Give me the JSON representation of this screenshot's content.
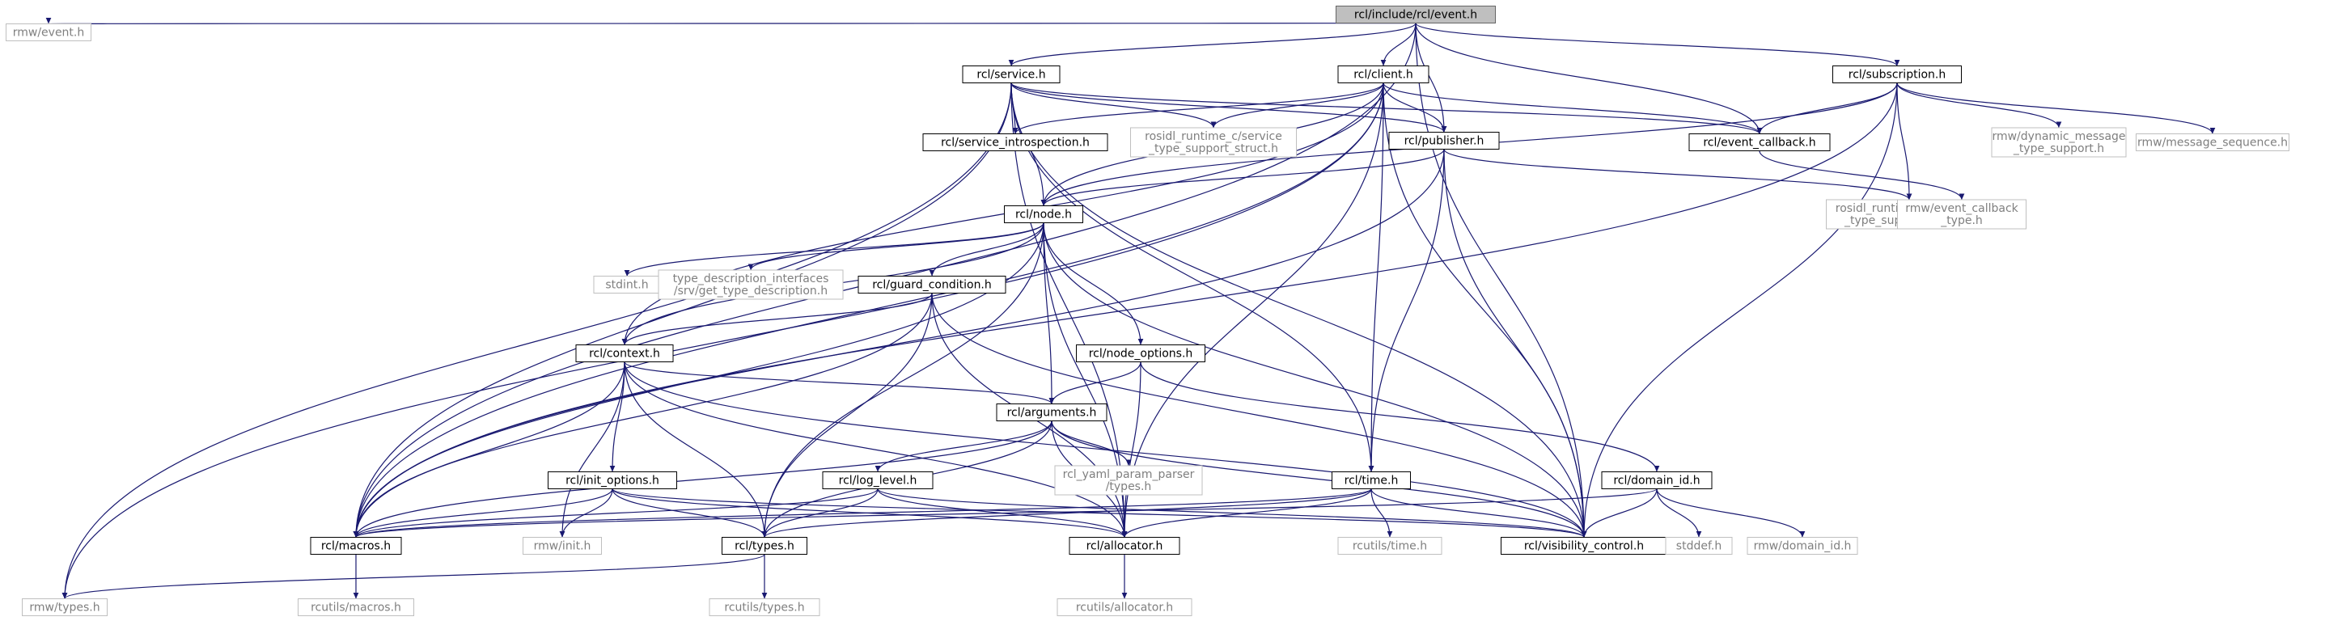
{
  "colors": {
    "edge": "#191970",
    "root_fill": "#bfbfbf",
    "external_text": "#7f7f7f",
    "external_border": "#bfbfbf"
  },
  "nodes": [
    {
      "id": "event",
      "lines": [
        "rcl/include/rcl/event.h"
      ],
      "kind": "root"
    },
    {
      "id": "rmw_event",
      "lines": [
        "rmw/event.h"
      ],
      "kind": "external"
    },
    {
      "id": "service",
      "lines": [
        "rcl/service.h"
      ],
      "kind": "internal"
    },
    {
      "id": "client",
      "lines": [
        "rcl/client.h"
      ],
      "kind": "internal"
    },
    {
      "id": "subscription",
      "lines": [
        "rcl/subscription.h"
      ],
      "kind": "internal"
    },
    {
      "id": "service_intro",
      "lines": [
        "rcl/service_introspection.h"
      ],
      "kind": "internal"
    },
    {
      "id": "rosidl_svc",
      "lines": [
        "rosidl_runtime_c/service",
        "_type_support_struct.h"
      ],
      "kind": "external"
    },
    {
      "id": "publisher",
      "lines": [
        "rcl/publisher.h"
      ],
      "kind": "internal"
    },
    {
      "id": "event_callback",
      "lines": [
        "rcl/event_callback.h"
      ],
      "kind": "internal"
    },
    {
      "id": "rmw_dyn",
      "lines": [
        "rmw/dynamic_message",
        "_type_support.h"
      ],
      "kind": "external"
    },
    {
      "id": "rmw_msgseq",
      "lines": [
        "rmw/message_sequence.h"
      ],
      "kind": "external"
    },
    {
      "id": "node",
      "lines": [
        "rcl/node.h"
      ],
      "kind": "internal"
    },
    {
      "id": "rosidl_msg",
      "lines": [
        "rosidl_runtime_c/message",
        "_type_support_struct.h"
      ],
      "kind": "external"
    },
    {
      "id": "rmw_evcb_type",
      "lines": [
        "rmw/event_callback",
        "_type.h"
      ],
      "kind": "external"
    },
    {
      "id": "stdint",
      "lines": [
        "stdint.h"
      ],
      "kind": "external"
    },
    {
      "id": "type_desc",
      "lines": [
        "type_description_interfaces",
        "/srv/get_type_description.h"
      ],
      "kind": "external"
    },
    {
      "id": "guard",
      "lines": [
        "rcl/guard_condition.h"
      ],
      "kind": "internal"
    },
    {
      "id": "context",
      "lines": [
        "rcl/context.h"
      ],
      "kind": "internal"
    },
    {
      "id": "node_options",
      "lines": [
        "rcl/node_options.h"
      ],
      "kind": "internal"
    },
    {
      "id": "arguments",
      "lines": [
        "rcl/arguments.h"
      ],
      "kind": "internal"
    },
    {
      "id": "init_options",
      "lines": [
        "rcl/init_options.h"
      ],
      "kind": "internal"
    },
    {
      "id": "log_level",
      "lines": [
        "rcl/log_level.h"
      ],
      "kind": "internal"
    },
    {
      "id": "yaml",
      "lines": [
        "rcl_yaml_param_parser",
        "/types.h"
      ],
      "kind": "external"
    },
    {
      "id": "time",
      "lines": [
        "rcl/time.h"
      ],
      "kind": "internal"
    },
    {
      "id": "domain_id",
      "lines": [
        "rcl/domain_id.h"
      ],
      "kind": "internal"
    },
    {
      "id": "macros",
      "lines": [
        "rcl/macros.h"
      ],
      "kind": "internal"
    },
    {
      "id": "rmw_init",
      "lines": [
        "rmw/init.h"
      ],
      "kind": "external"
    },
    {
      "id": "types",
      "lines": [
        "rcl/types.h"
      ],
      "kind": "internal"
    },
    {
      "id": "allocator",
      "lines": [
        "rcl/allocator.h"
      ],
      "kind": "internal"
    },
    {
      "id": "rcutils_time",
      "lines": [
        "rcutils/time.h"
      ],
      "kind": "external"
    },
    {
      "id": "visibility",
      "lines": [
        "rcl/visibility_control.h"
      ],
      "kind": "internal"
    },
    {
      "id": "stddef",
      "lines": [
        "stddef.h"
      ],
      "kind": "external"
    },
    {
      "id": "rmw_domain",
      "lines": [
        "rmw/domain_id.h"
      ],
      "kind": "external"
    },
    {
      "id": "rmw_types",
      "lines": [
        "rmw/types.h"
      ],
      "kind": "external"
    },
    {
      "id": "rcutils_macros",
      "lines": [
        "rcutils/macros.h"
      ],
      "kind": "external"
    },
    {
      "id": "rcutils_types",
      "lines": [
        "rcutils/types.h"
      ],
      "kind": "external"
    },
    {
      "id": "rcutils_alloc",
      "lines": [
        "rcutils/allocator.h"
      ],
      "kind": "external"
    }
  ],
  "edges": [
    [
      "event",
      "rmw_event"
    ],
    [
      "event",
      "service"
    ],
    [
      "event",
      "client"
    ],
    [
      "event",
      "subscription"
    ],
    [
      "event",
      "publisher"
    ],
    [
      "event",
      "event_callback"
    ],
    [
      "event",
      "macros"
    ],
    [
      "event",
      "visibility"
    ],
    [
      "service",
      "service_intro"
    ],
    [
      "service",
      "rosidl_svc"
    ],
    [
      "service",
      "publisher"
    ],
    [
      "service",
      "event_callback"
    ],
    [
      "service",
      "node"
    ],
    [
      "service",
      "macros"
    ],
    [
      "service",
      "rmw_types"
    ],
    [
      "service",
      "time"
    ],
    [
      "service",
      "allocator"
    ],
    [
      "service",
      "visibility"
    ],
    [
      "client",
      "service_intro"
    ],
    [
      "client",
      "rosidl_svc"
    ],
    [
      "client",
      "publisher"
    ],
    [
      "client",
      "event_callback"
    ],
    [
      "client",
      "node"
    ],
    [
      "client",
      "macros"
    ],
    [
      "client",
      "rmw_types"
    ],
    [
      "client",
      "time"
    ],
    [
      "client",
      "allocator"
    ],
    [
      "client",
      "visibility"
    ],
    [
      "client",
      "context"
    ],
    [
      "subscription",
      "event_callback"
    ],
    [
      "subscription",
      "rmw_dyn"
    ],
    [
      "subscription",
      "rmw_msgseq"
    ],
    [
      "subscription",
      "rosidl_msg"
    ],
    [
      "subscription",
      "node"
    ],
    [
      "subscription",
      "macros"
    ],
    [
      "subscription",
      "visibility"
    ],
    [
      "publisher",
      "rosidl_msg"
    ],
    [
      "publisher",
      "node"
    ],
    [
      "publisher",
      "macros"
    ],
    [
      "publisher",
      "time"
    ],
    [
      "publisher",
      "visibility"
    ],
    [
      "event_callback",
      "rmw_evcb_type"
    ],
    [
      "node",
      "stdint"
    ],
    [
      "node",
      "type_desc"
    ],
    [
      "node",
      "guard"
    ],
    [
      "node",
      "context"
    ],
    [
      "node",
      "node_options"
    ],
    [
      "node",
      "arguments"
    ],
    [
      "node",
      "macros"
    ],
    [
      "node",
      "types"
    ],
    [
      "node",
      "allocator"
    ],
    [
      "node",
      "visibility"
    ],
    [
      "guard",
      "context"
    ],
    [
      "guard",
      "macros"
    ],
    [
      "guard",
      "types"
    ],
    [
      "guard",
      "allocator"
    ],
    [
      "guard",
      "visibility"
    ],
    [
      "context",
      "arguments"
    ],
    [
      "context",
      "init_options"
    ],
    [
      "context",
      "macros"
    ],
    [
      "context",
      "rmw_init"
    ],
    [
      "context",
      "types"
    ],
    [
      "context",
      "allocator"
    ],
    [
      "context",
      "visibility"
    ],
    [
      "node_options",
      "arguments"
    ],
    [
      "node_options",
      "domain_id"
    ],
    [
      "node_options",
      "allocator"
    ],
    [
      "arguments",
      "log_level"
    ],
    [
      "arguments",
      "yaml"
    ],
    [
      "arguments",
      "macros"
    ],
    [
      "arguments",
      "types"
    ],
    [
      "arguments",
      "allocator"
    ],
    [
      "arguments",
      "visibility"
    ],
    [
      "init_options",
      "macros"
    ],
    [
      "init_options",
      "rmw_init"
    ],
    [
      "init_options",
      "types"
    ],
    [
      "init_options",
      "allocator"
    ],
    [
      "init_options",
      "visibility"
    ],
    [
      "log_level",
      "macros"
    ],
    [
      "log_level",
      "types"
    ],
    [
      "log_level",
      "allocator"
    ],
    [
      "log_level",
      "visibility"
    ],
    [
      "time",
      "macros"
    ],
    [
      "time",
      "types"
    ],
    [
      "time",
      "allocator"
    ],
    [
      "time",
      "rcutils_time"
    ],
    [
      "time",
      "visibility"
    ],
    [
      "domain_id",
      "macros"
    ],
    [
      "domain_id",
      "visibility"
    ],
    [
      "domain_id",
      "stddef"
    ],
    [
      "domain_id",
      "rmw_domain"
    ],
    [
      "macros",
      "rcutils_macros"
    ],
    [
      "types",
      "rmw_types"
    ],
    [
      "types",
      "rcutils_types"
    ],
    [
      "allocator",
      "rcutils_alloc"
    ]
  ]
}
